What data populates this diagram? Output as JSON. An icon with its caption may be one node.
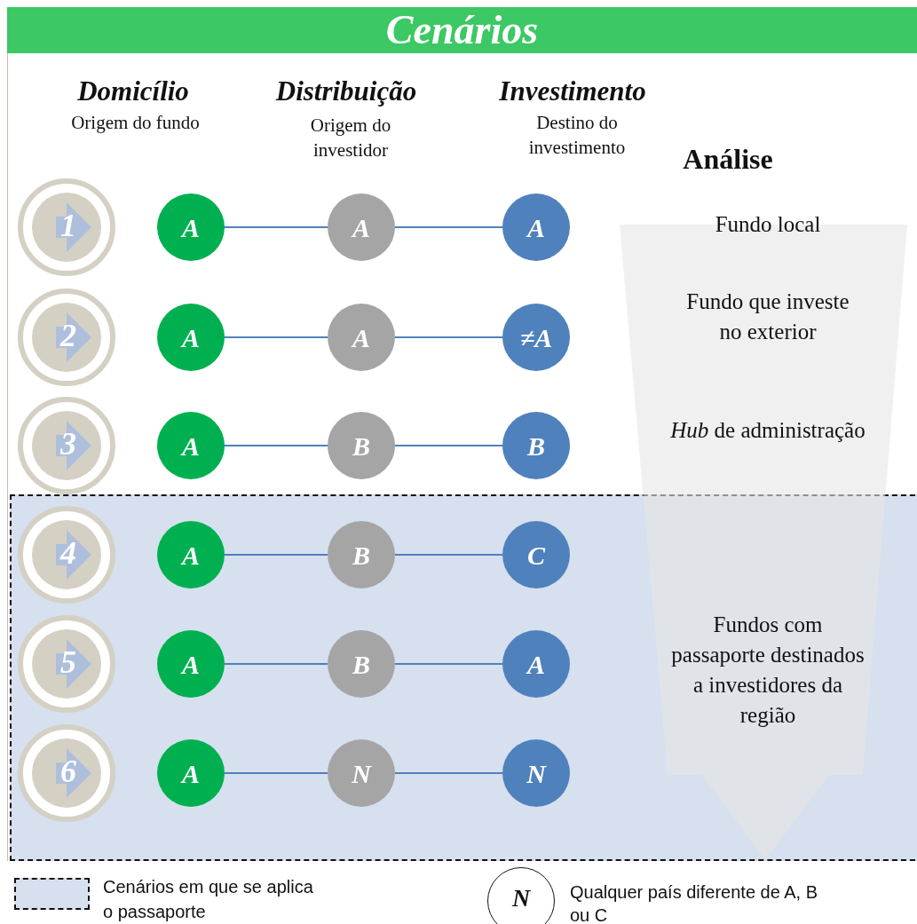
{
  "diagram": {
    "title": "Cenários",
    "nodes": [
      {
        "text": [
          "1"
        ]
      },
      {
        "text": [
          "A"
        ]
      },
      {
        "text": [
          "A"
        ]
      },
      {
        "text": [
          "A"
        ]
      },
      {
        "text": [
          "2"
        ]
      },
      {
        "text": [
          "A"
        ]
      },
      {
        "text": [
          "A"
        ]
      },
      {
        "text": [
          "≠A"
        ]
      },
      {
        "text": [
          "3"
        ]
      },
      {
        "text": [
          "A"
        ]
      },
      {
        "text": [
          "B"
        ]
      },
      {
        "text": [
          "B"
        ]
      },
      {
        "text": [
          "4"
        ]
      },
      {
        "text": [
          "A"
        ]
      },
      {
        "text": [
          "B"
        ]
      },
      {
        "text": [
          "C"
        ]
      },
      {
        "text": [
          "5"
        ]
      },
      {
        "text": [
          "A"
        ]
      },
      {
        "text": [
          "B"
        ]
      },
      {
        "text": [
          "A"
        ]
      },
      {
        "text": [
          "6"
        ]
      },
      {
        "text": [
          "A"
        ]
      },
      {
        "text": [
          "N"
        ]
      },
      {
        "text": [
          "N"
        ]
      }
    ],
    "edges": [
      {
        "from": 1,
        "to": 2,
        "arrow": "none"
      },
      {
        "from": 2,
        "to": 3,
        "arrow": "none"
      },
      {
        "from": 5,
        "to": 6,
        "arrow": "none"
      },
      {
        "from": 6,
        "to": 7,
        "arrow": "none"
      },
      {
        "from": 9,
        "to": 10,
        "arrow": "none"
      },
      {
        "from": 10,
        "to": 11,
        "arrow": "none"
      },
      {
        "from": 13,
        "to": 14,
        "arrow": "none"
      },
      {
        "from": 14,
        "to": 15,
        "arrow": "none"
      },
      {
        "from": 17,
        "to": 18,
        "arrow": "none"
      },
      {
        "from": 18,
        "to": 19,
        "arrow": "none"
      },
      {
        "from": 21,
        "to": 22,
        "arrow": "none"
      },
      {
        "from": 22,
        "to": 23,
        "arrow": "none"
      }
    ],
    "labels": [
      "Domicílio",
      "Origem do fundo",
      "Distribuição",
      "Origem do investidor",
      "Investimento",
      "Destino do investimento",
      "Análise",
      "Fundo local",
      "Fundo que investe no exterior",
      "*Hub* de administração",
      "Fundos com passaporte destinados a investidores da região",
      "N"
    ],
    "legend": [
      {
        "text": "Cenários em que se aplica o passaporte"
      },
      {
        "text": "Qualquer país diferente de A, B ou C"
      }
    ]
  }
}
